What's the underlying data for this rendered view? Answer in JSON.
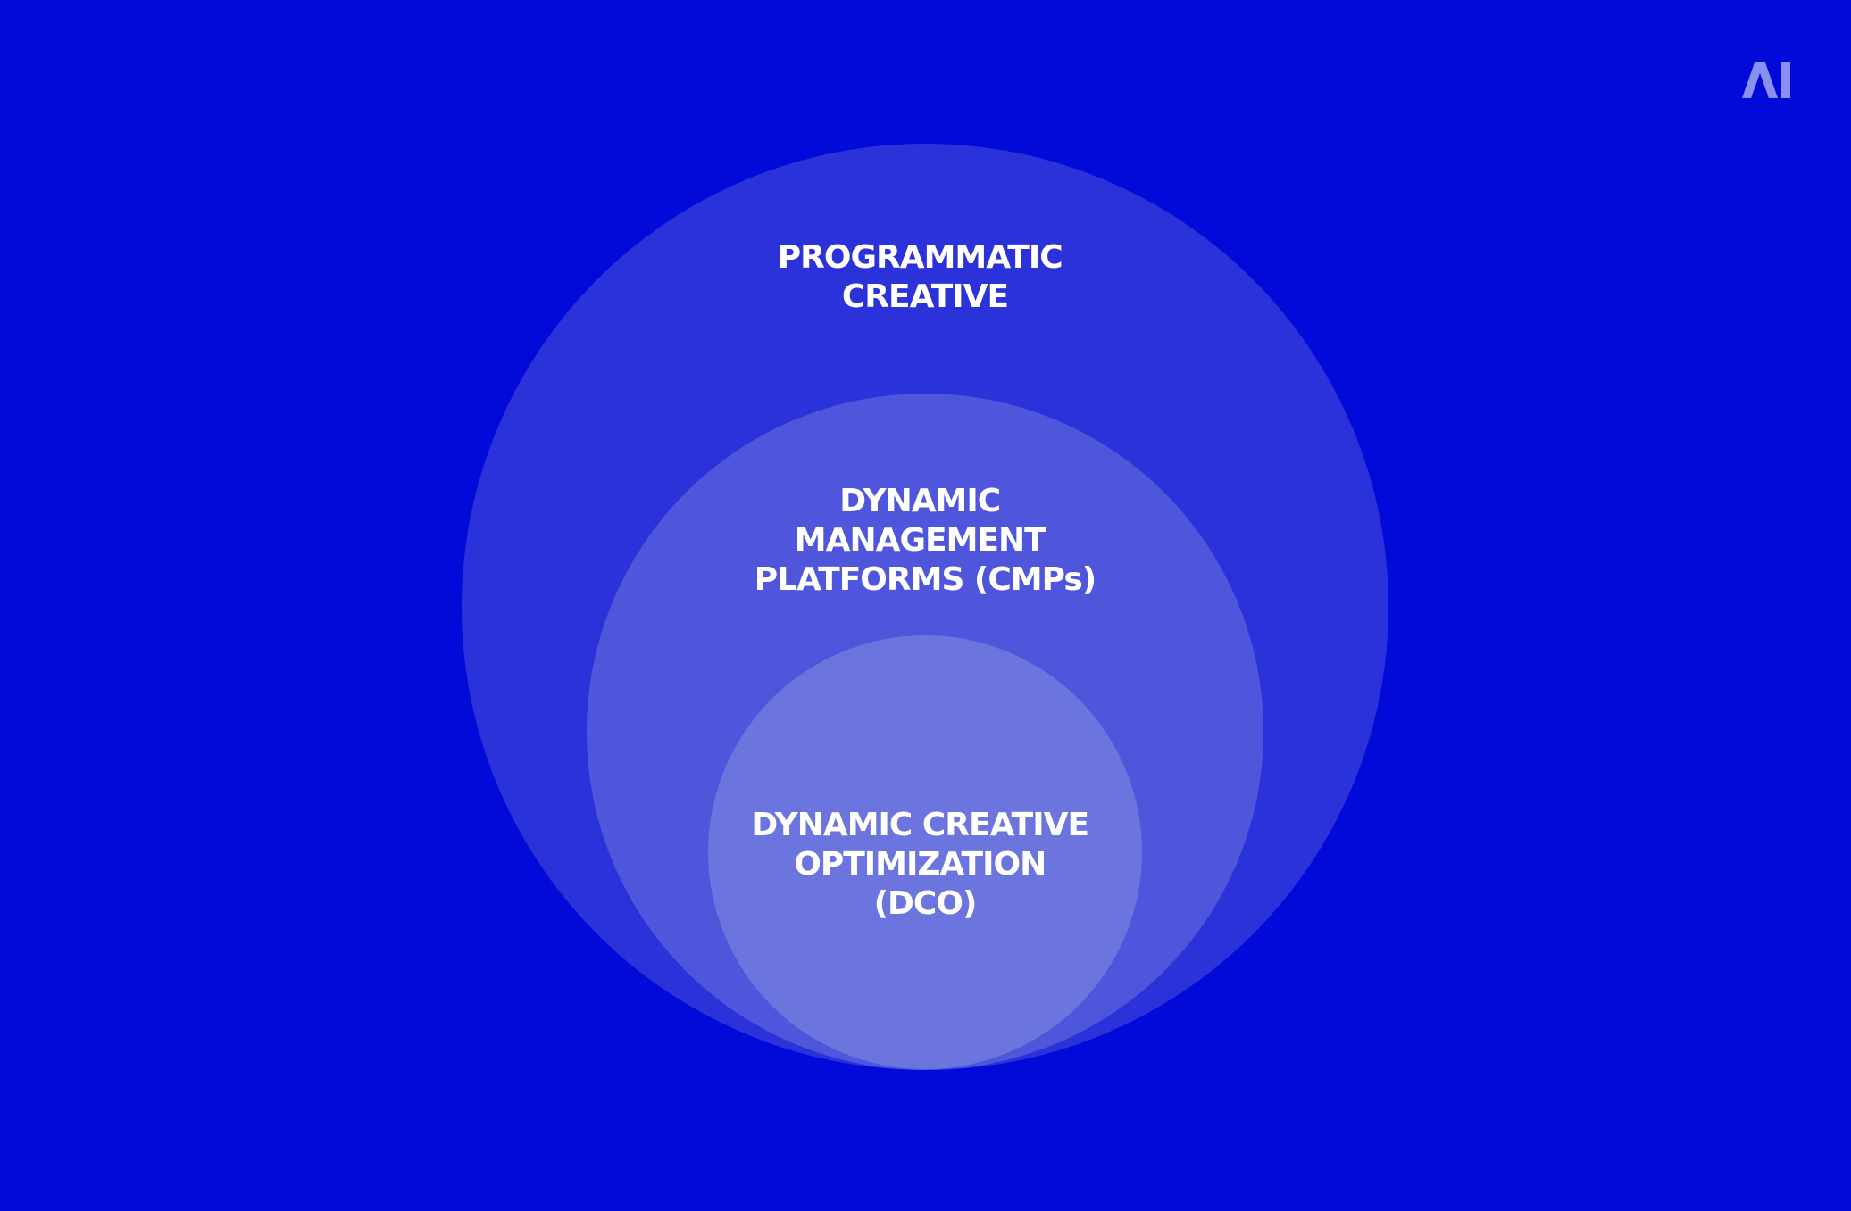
{
  "background_color": "#020ad9",
  "logo": {
    "text": "AI",
    "icon": "brand-logo-icon",
    "color": "#8a90f0"
  },
  "diagram": {
    "type": "nested-circles",
    "circles": [
      {
        "name": "outer",
        "lines": [
          "PROGRAMMATIC",
          "CREATIVE"
        ],
        "fill": "#2b32da"
      },
      {
        "name": "middle",
        "lines": [
          "DYNAMIC",
          "MANAGEMENT",
          "PLATFORMS (CMPs)"
        ],
        "fill": "#5056dc"
      },
      {
        "name": "inner",
        "lines": [
          "DYNAMIC CREATIVE",
          "OPTIMIZATION",
          "(DCO)"
        ],
        "fill": "#6c74de"
      }
    ]
  }
}
